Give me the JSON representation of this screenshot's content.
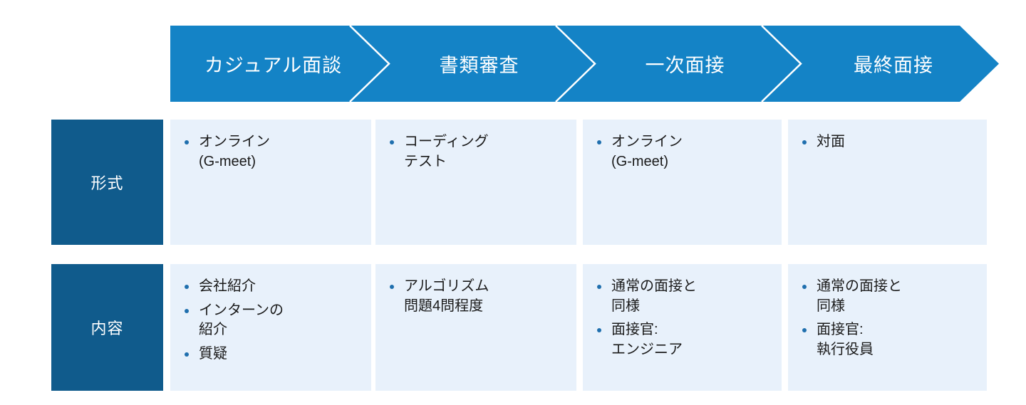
{
  "diagram": {
    "type": "process-chevron-matrix",
    "colors": {
      "chevron_fill": "#1483C6",
      "chevron_divider": "#ffffff",
      "row_label_fill": "#105B8C",
      "cell_fill": "#E8F1FB",
      "bullet_color": "#1F6FAE",
      "text_on_blue": "#ffffff",
      "body_text": "#1a1a1a",
      "page_background": "#ffffff"
    },
    "stages": [
      {
        "label": "カジュアル面談"
      },
      {
        "label": "書類審査"
      },
      {
        "label": "一次面接"
      },
      {
        "label": "最終面接"
      }
    ],
    "rows": [
      {
        "label": "形式",
        "cells": [
          {
            "bullets": [
              "オンライン\n(G-meet)"
            ]
          },
          {
            "bullets": [
              "コーディング\nテスト"
            ]
          },
          {
            "bullets": [
              "オンライン\n(G-meet)"
            ]
          },
          {
            "bullets": [
              "対面"
            ]
          }
        ]
      },
      {
        "label": "内容",
        "cells": [
          {
            "bullets": [
              "会社紹介",
              "インターンの\n紹介",
              "質疑"
            ]
          },
          {
            "bullets": [
              "アルゴリズム\n問題4問程度"
            ]
          },
          {
            "bullets": [
              "通常の面接と\n同様",
              "面接官:\nエンジニア"
            ]
          },
          {
            "bullets": [
              "通常の面接と\n同様",
              "面接官:\n執行役員"
            ]
          }
        ]
      }
    ]
  }
}
